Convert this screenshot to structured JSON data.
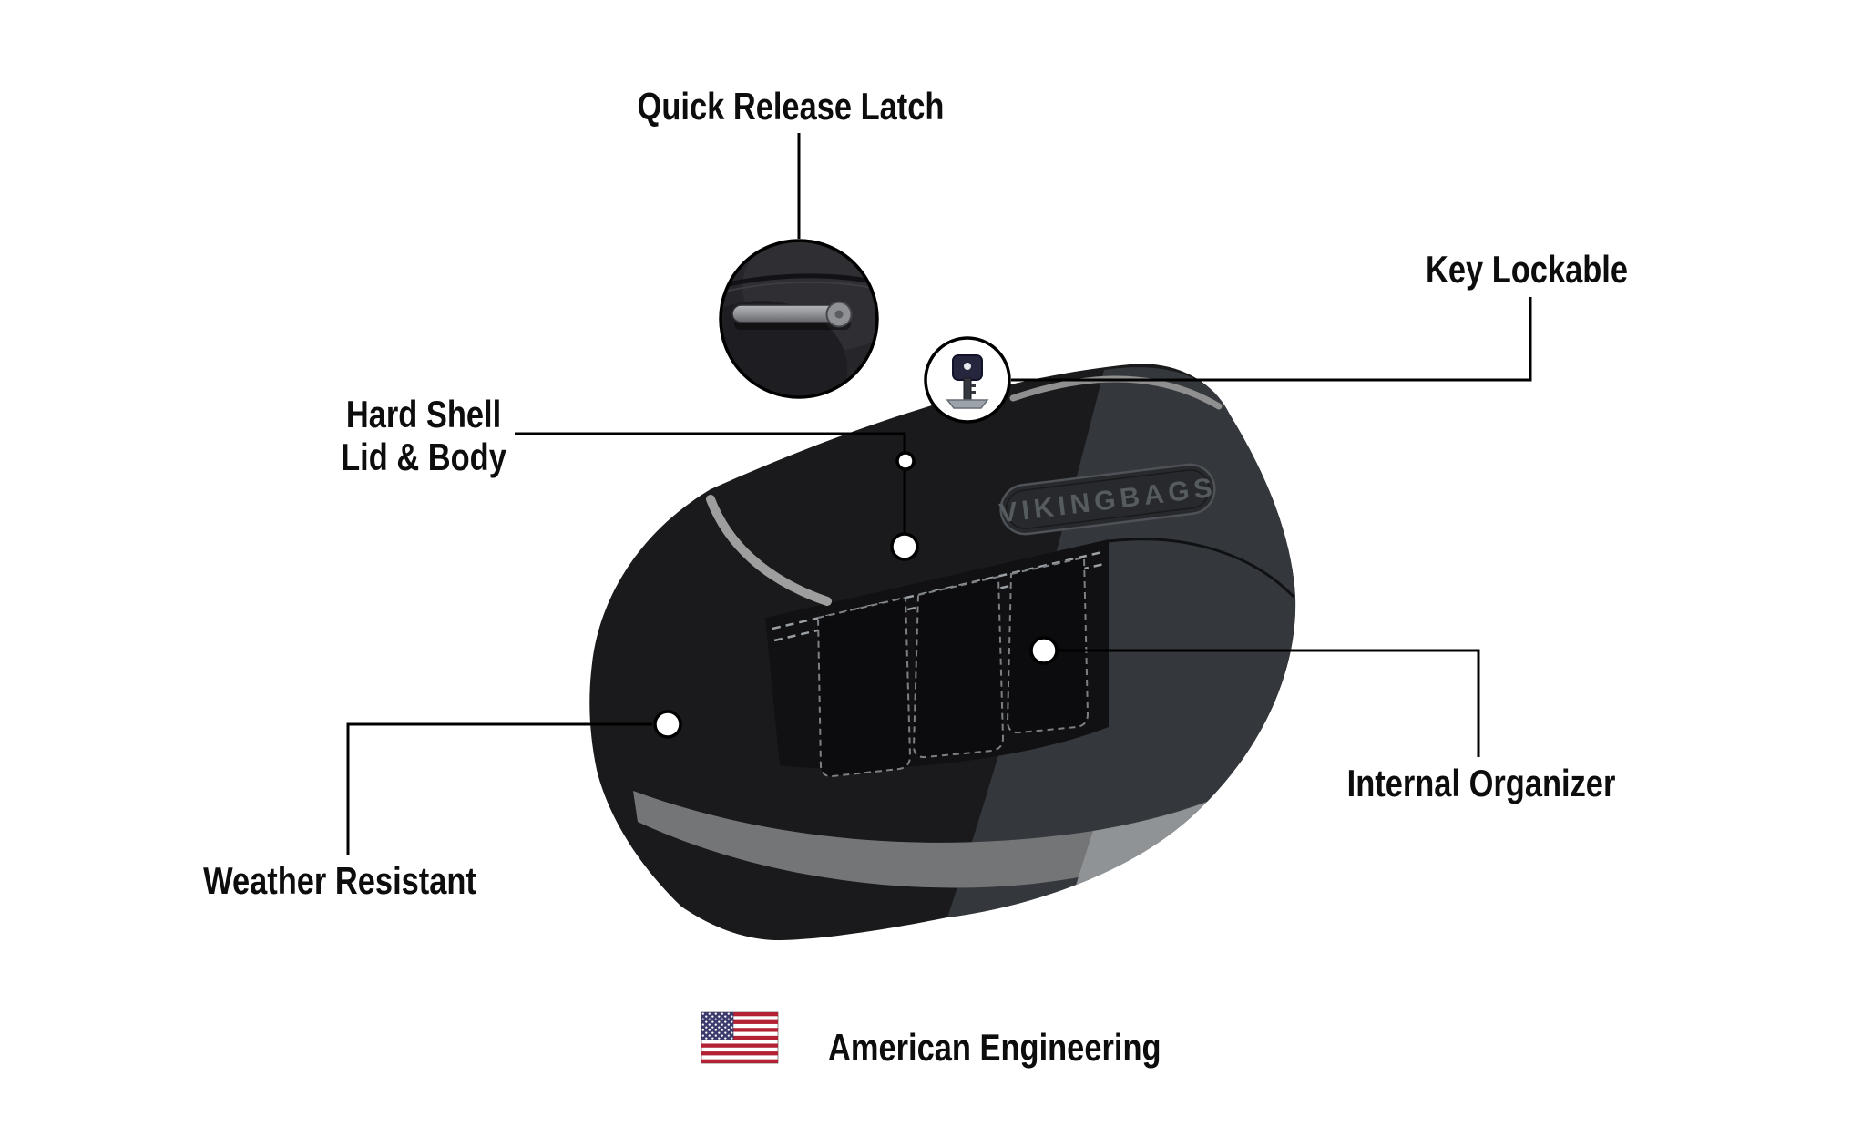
{
  "callouts": {
    "quick_release_latch": {
      "label": "Quick Release Latch"
    },
    "key_lockable": {
      "label": "Key Lockable"
    },
    "hard_shell": {
      "label_line1": "Hard Shell",
      "label_line2": "Lid & Body"
    },
    "weather_resistant": {
      "label": "Weather Resistant"
    },
    "internal_organizer": {
      "label": "Internal Organizer"
    }
  },
  "footer": {
    "american_engineering": "American Engineering"
  },
  "product": {
    "brand_plaque": "VIKINGBAGS"
  },
  "icons": {
    "latch_inset": "quick-release-latch-icon",
    "key": "key-icon",
    "flag": "us-flag-icon",
    "marker": "callout-marker-dot"
  },
  "colors": {
    "background": "#ffffff",
    "label_text": "#0d0d0d",
    "callout_line": "#000000",
    "bag_body": "#1a1a1c",
    "bag_side_face": "#34383d",
    "trim_gray": "#9c9c9c",
    "flag_red": "#b22234",
    "flag_blue": "#3c3b6e"
  }
}
